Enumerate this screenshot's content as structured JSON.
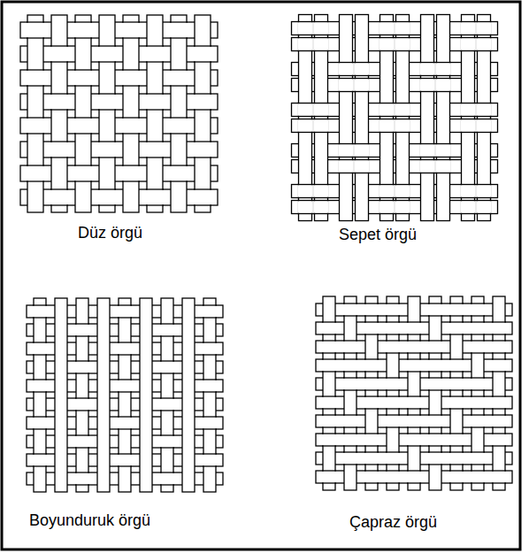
{
  "diagram": {
    "labels": [
      "Düz örgü",
      "Sepet örgü",
      "Boyunduruk örgü",
      "Çapraz örgü"
    ]
  }
}
